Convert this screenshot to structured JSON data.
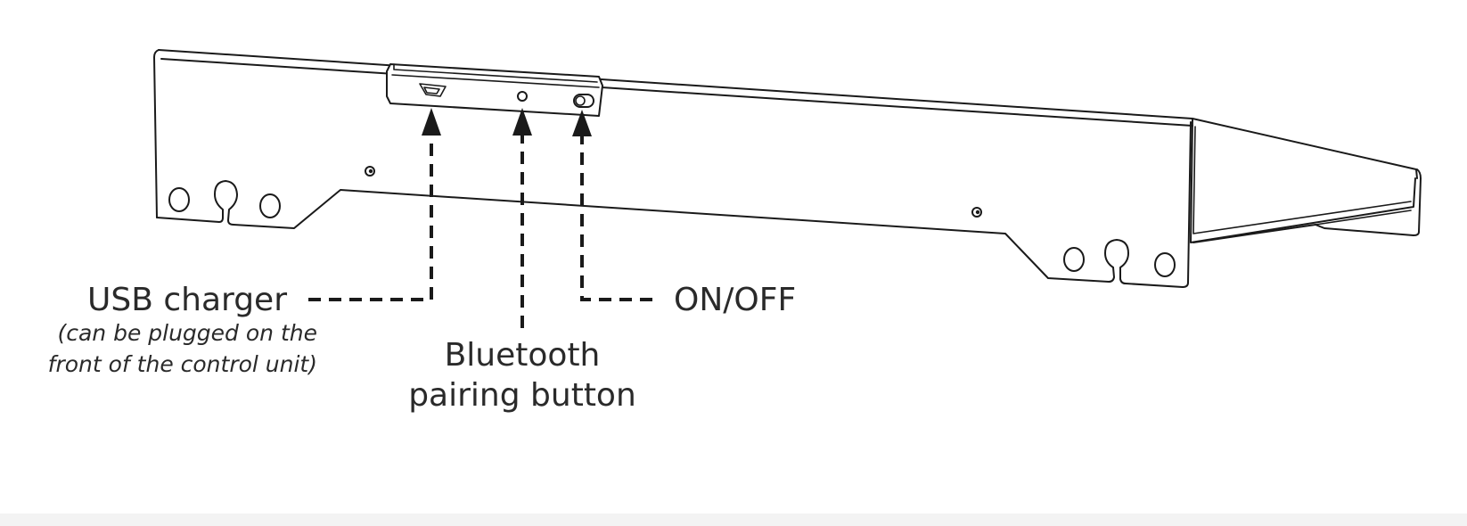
{
  "labels": {
    "usb": {
      "title": "USB charger",
      "note_line1": "(can be plugged on the",
      "note_line2": "front of the control unit)"
    },
    "bluetooth": {
      "line1": "Bluetooth",
      "line2": "pairing button"
    },
    "power": {
      "title": "ON/OFF"
    }
  },
  "colors": {
    "line": "#1a1a1a",
    "text": "#2a2a2a",
    "background": "#ffffff"
  }
}
